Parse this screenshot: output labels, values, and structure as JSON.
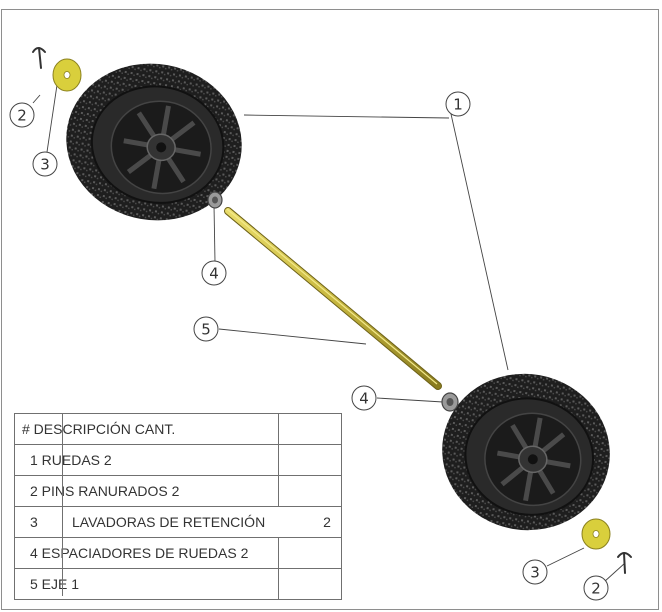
{
  "callouts": {
    "wheels": "1",
    "pin_left": "2",
    "pin_right": "2",
    "washer_left": "3",
    "washer_right": "3",
    "spacer_left": "4",
    "spacer_right": "4",
    "axle": "5"
  },
  "parts_table": {
    "header": "# DESCRIPCIÓN CANT.",
    "rows": [
      {
        "text": "1 RUEDAS 2"
      },
      {
        "text": "2 PINS RANURADOS 2"
      },
      {
        "num": "3",
        "desc": "LAVADORAS DE RETENCIÓN",
        "qty": "2"
      },
      {
        "text": "4 ESPACIADORES DE RUEDAS 2"
      },
      {
        "text": "5 EJE 1"
      }
    ]
  },
  "colors": {
    "washer": "#d9cf3c",
    "axle": "#c8b840",
    "tire": "#2a2a2a",
    "frame": "#8e8e8e"
  },
  "icons": {
    "wheel": "wheel-icon",
    "pin": "pin-icon",
    "washer": "washer-icon",
    "spacer": "spacer-icon"
  }
}
